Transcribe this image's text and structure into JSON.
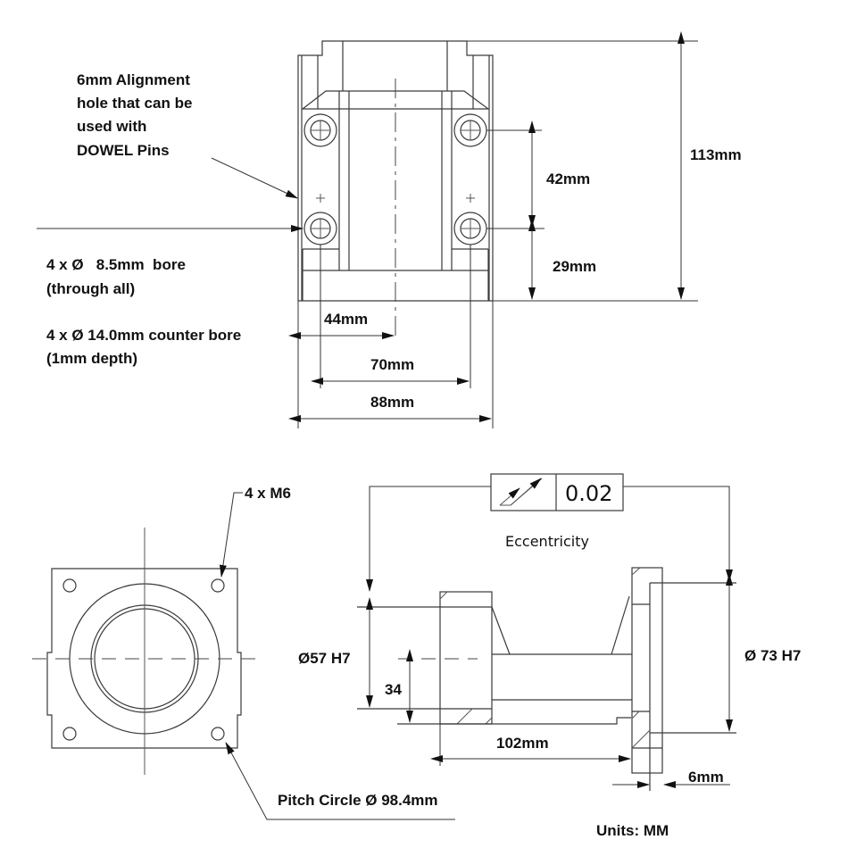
{
  "drawing": {
    "colors": {
      "line": "#3a3a3a",
      "text": "#111111",
      "background": "#ffffff"
    },
    "notes": {
      "alignment_hole": [
        "6mm Alignment",
        "hole that can be",
        "used with",
        "DOWEL Pins"
      ],
      "bore": [
        "4 x Ø   8.5mm  bore",
        "(through all)"
      ],
      "counter_bore": [
        "4 x Ø 14.0mm counter bore",
        "(1mm depth)"
      ],
      "thread": "4 x M6",
      "pitch_circle": "Pitch Circle Ø 98.4mm",
      "units": "Units: MM"
    },
    "front_view_dimensions": {
      "overall_height": "113mm",
      "hole_spacing_vertical": "42mm",
      "hole_to_base": "29mm",
      "edge_to_center": "44mm",
      "hole_spacing_horizontal": "70mm",
      "overall_width": "88mm"
    },
    "section_view": {
      "tolerance_symbol": "total-runout-icon",
      "tolerance_value": "0.02",
      "tolerance_label": "Eccentricity",
      "left_bore": "Ø57 H7",
      "shaft_offset": "34",
      "length": "102mm",
      "right_bore": "Ø 73 H7",
      "flange_thickness": "6mm"
    }
  }
}
